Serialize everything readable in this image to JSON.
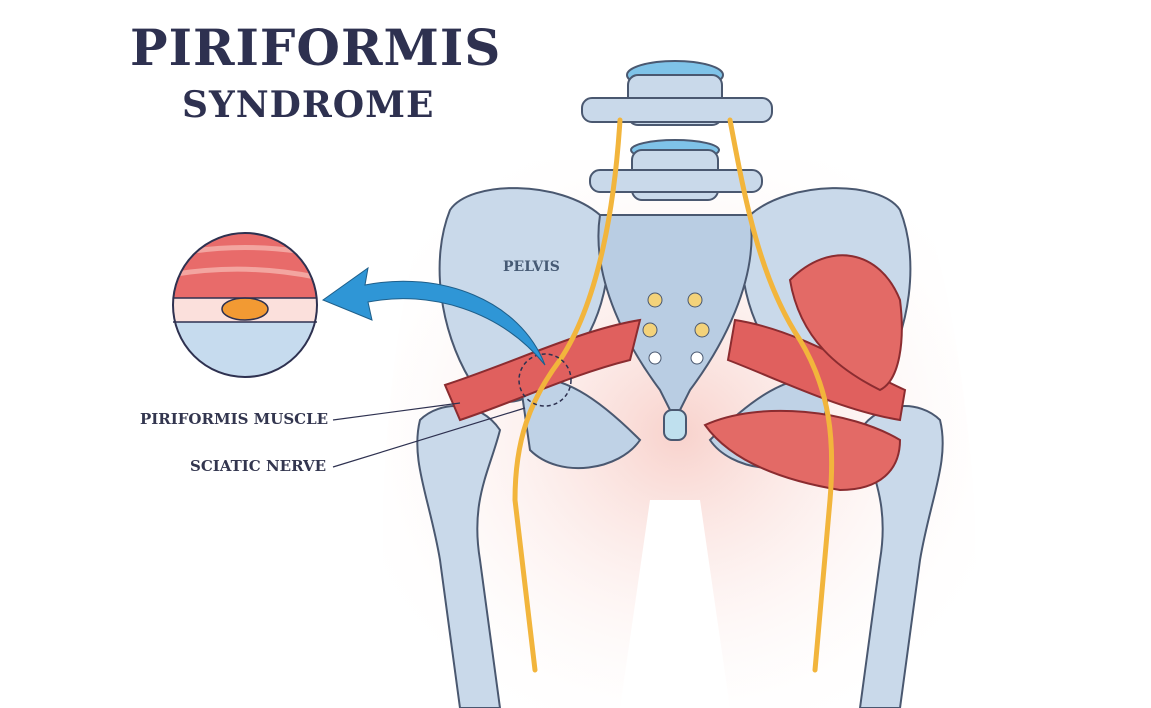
{
  "title": {
    "line1": "PIRIFORMIS",
    "line2": "SYNDROME"
  },
  "labels": {
    "pelvis": "PELVIS",
    "piriformis_muscle": "PIRIFORMIS MUSCLE",
    "sciatic_nerve": "SCIATIC NERVE"
  },
  "colors": {
    "title": "#2e3150",
    "bone": "#c9d9ea",
    "bone_outline": "#4a5870",
    "muscle": "#e0605e",
    "nerve": "#f2b53c",
    "arrow": "#2f96d6",
    "skin": "#fbe3df"
  }
}
